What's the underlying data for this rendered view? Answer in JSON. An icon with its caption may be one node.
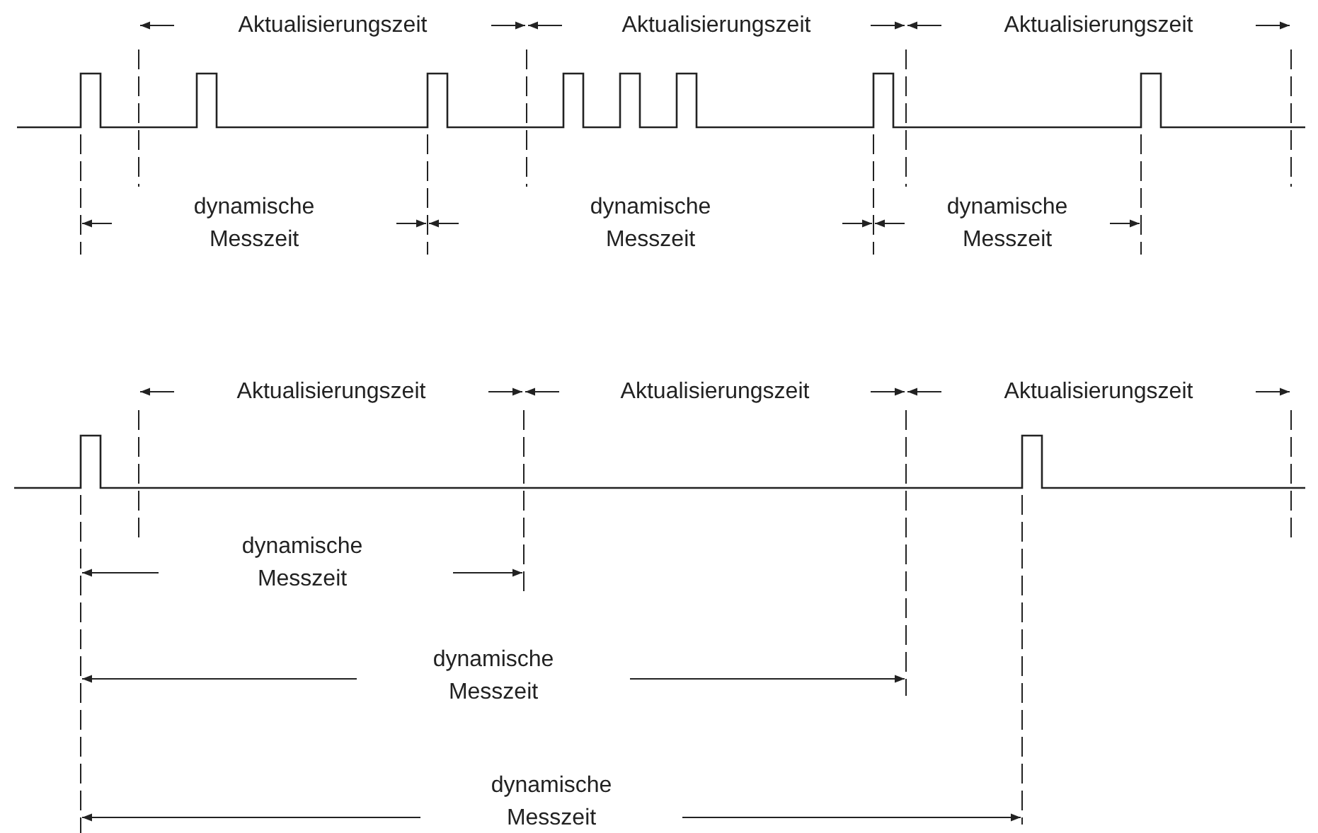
{
  "diagram": {
    "labels": [
      "Aktualisierungszeit",
      "Aktualisierungszeit",
      "Aktualisierungszeit",
      "dynamische Messzeit",
      "dynamische Messzeit",
      "dynamische Messzeit",
      "Aktualisierungszeit",
      "Aktualisierungszeit",
      "Aktualisierungszeit",
      "dynamische Messzeit",
      "dynamische Messzeit",
      "dynamische Messzeit"
    ]
  }
}
